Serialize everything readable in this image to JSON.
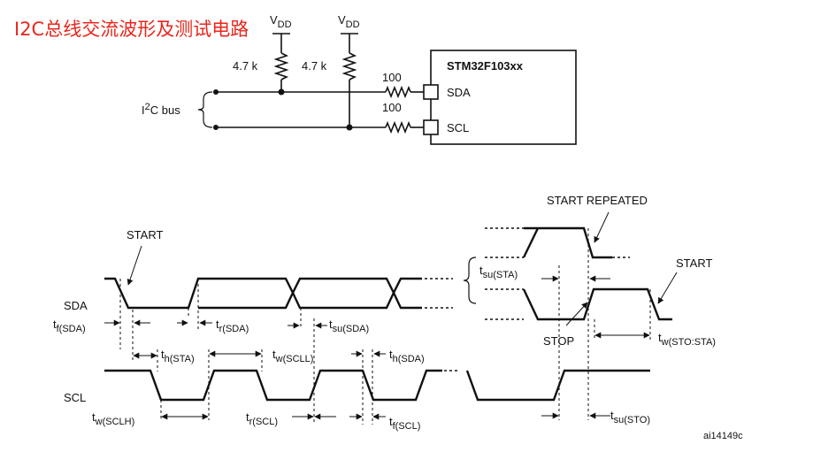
{
  "title": "I2C总线交流波形及测试电路",
  "schematic": {
    "vdd_1": "V",
    "vdd_1_sub": "DD",
    "vdd_2": "V",
    "vdd_2_sub": "DD",
    "pullup_1": "4.7 k",
    "pullup_2": "4.7 k",
    "series_1": "100",
    "series_2": "100",
    "bus_label_prefix": "I",
    "bus_label_sup": "2",
    "bus_label_suffix": "C bus",
    "chip_name": "STM32F103xx",
    "pin_sda": "SDA",
    "pin_scl": "SCL"
  },
  "timing": {
    "signal_sda": "SDA",
    "signal_scl": "SCL",
    "label_start_1": "START",
    "label_start_repeated": "START REPEATED",
    "label_start_2": "START",
    "label_stop": "STOP",
    "params": {
      "tf_sda": {
        "t": "t",
        "sub": "f(SDA)"
      },
      "tr_sda": {
        "t": "t",
        "sub": "r(SDA)"
      },
      "tsu_sda": {
        "t": "t",
        "sub": "su(SDA)"
      },
      "th_sta": {
        "t": "t",
        "sub": "h(STA)"
      },
      "tw_scll": {
        "t": "t",
        "sub": "w(SCLL)"
      },
      "th_sda": {
        "t": "t",
        "sub": "h(SDA)"
      },
      "tsu_sta": {
        "t": "t",
        "sub": "su(STA)"
      },
      "tw_stosta": {
        "t": "t",
        "sub": "w(STO:STA)"
      },
      "tw_sclh": {
        "t": "t",
        "sub": "w(SCLH)"
      },
      "tr_scl": {
        "t": "t",
        "sub": "r(SCL)"
      },
      "tf_scl": {
        "t": "t",
        "sub": "f(SCL)"
      },
      "tsu_sto": {
        "t": "t",
        "sub": "su(STO)"
      }
    }
  },
  "figure_id": "ai14149c"
}
